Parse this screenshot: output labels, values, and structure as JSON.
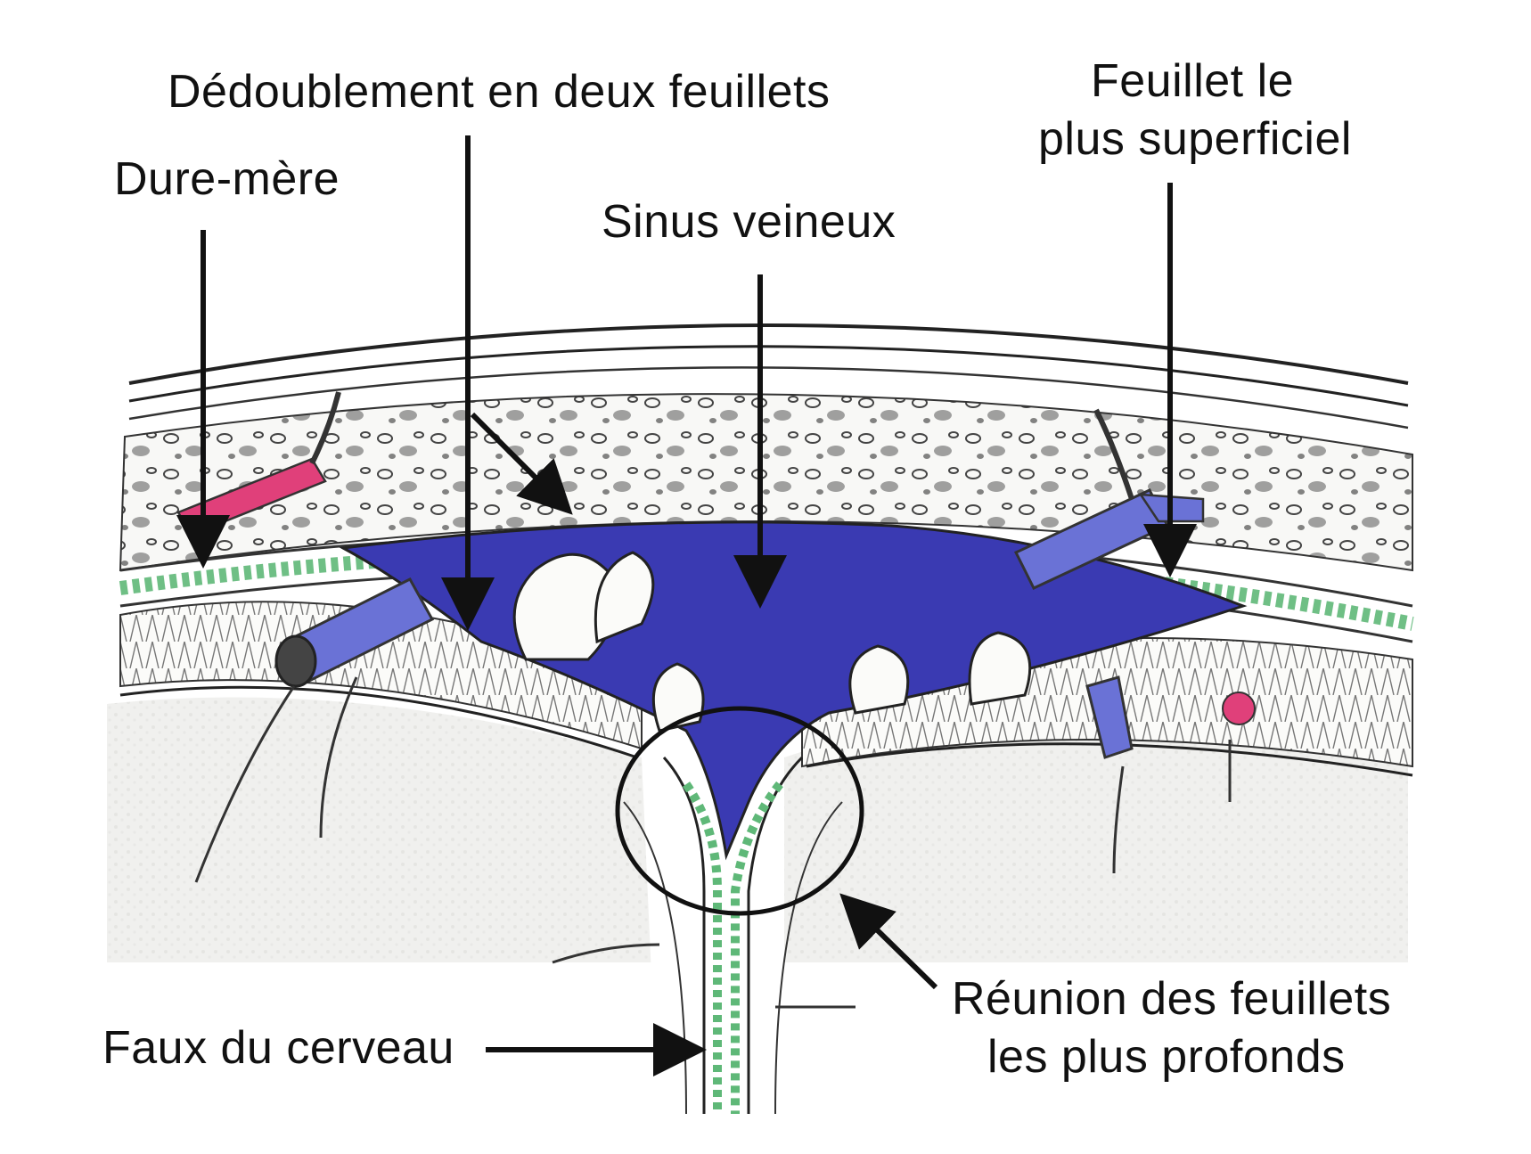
{
  "labels": {
    "dedoublement": "Dédoublement en deux feuillets",
    "dure_mere": "Dure-mère",
    "sinus": "Sinus veineux",
    "feuillet_sup_1": "Feuillet le",
    "feuillet_sup_2": "plus superficiel",
    "faux": "Faux du cerveau",
    "reunion_1": "Réunion des feuillets",
    "reunion_2": "les plus profonds"
  },
  "colors": {
    "sinus": "#3a3ab2",
    "dura_green": "#5fb878",
    "artery": "#e0407a",
    "vein": "#6a72d6",
    "line": "#111111",
    "skull_fill": "#f6f6f4",
    "brain_fill": "#f4f2ef"
  }
}
